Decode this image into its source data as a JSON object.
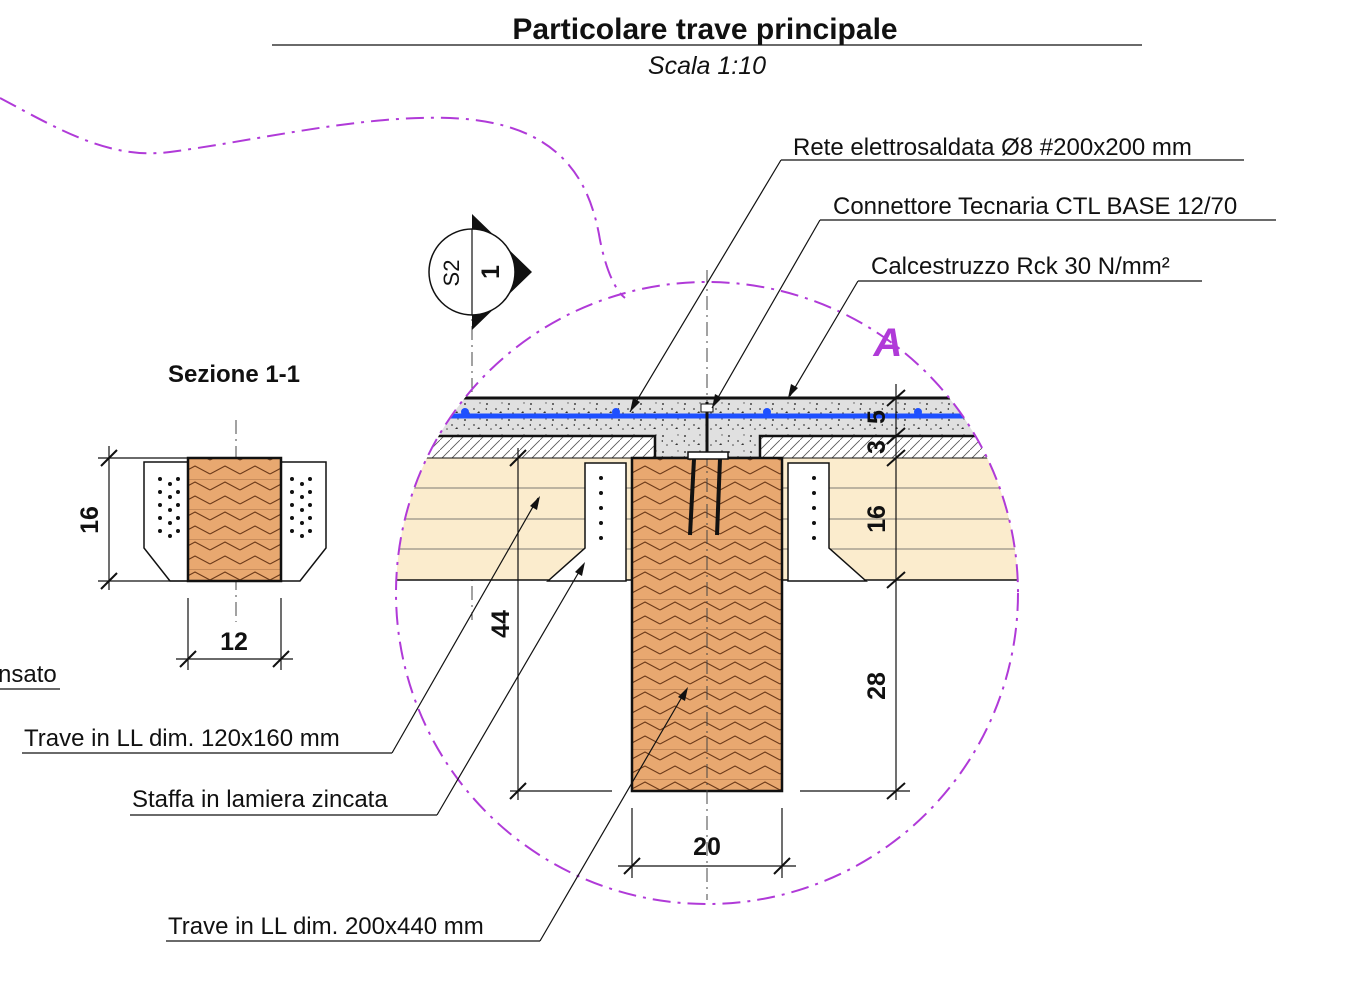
{
  "title": "Particolare trave principale",
  "scale": "Scala 1:10",
  "section_label": "Sezione 1-1",
  "section_marker": {
    "sheet": "S2",
    "number": "1"
  },
  "detail_marker": "A",
  "labels": {
    "rete": "Rete elettrosaldata Ø8 #200x200 mm",
    "connettore": "Connettore Tecnaria CTL BASE 12/70",
    "calcestruzzo": "Calcestruzzo Rck 30 N/mm²",
    "trave_small": "Trave in LL dim. 120x160 mm",
    "staffa": "Staffa in lamiera zincata",
    "trave_main": "Trave in LL dim. 200x440 mm",
    "cut_left": "nsato"
  },
  "dimensions": {
    "sec_height": "16",
    "sec_width": "12",
    "slab": "5",
    "plank": "3",
    "joist": "16",
    "beam_lower": "28",
    "beam_total": "44",
    "beam_width": "20"
  },
  "colors": {
    "timber": "#e8a870",
    "timber_grain": "#6b3a1a",
    "secondary_timber": "#fbeccd",
    "concrete": "#dcdcdc",
    "rebar": "#1e50ff",
    "detail_circle": "#b03ad8"
  }
}
